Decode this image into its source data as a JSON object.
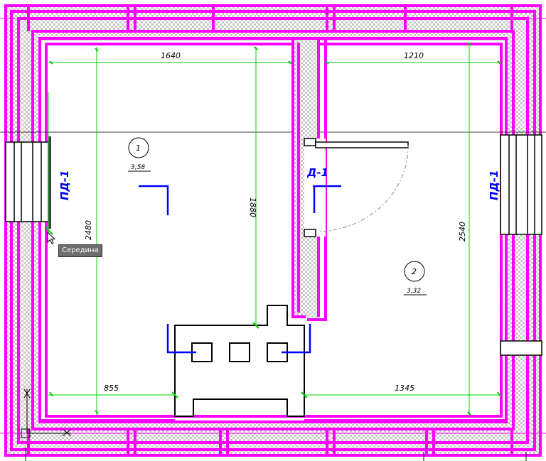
{
  "colors": {
    "wall": "#ff00ff",
    "dimension": "#00d000",
    "marker": "#0000ff",
    "hatch": "#bdbdbd",
    "line": "#000000",
    "tooltip_bg": "#6e6e6e"
  },
  "dimensions": {
    "top_left": "1640",
    "top_right": "1210",
    "middle_vertical": "1880",
    "left_vertical": "2480",
    "right_vertical": "2540",
    "bottom_left": "855",
    "bottom_right": "1345"
  },
  "rooms": [
    {
      "number": "1",
      "area": "3,58"
    },
    {
      "number": "2",
      "area": "3,32"
    }
  ],
  "markers": {
    "window_left": "ПД-1",
    "window_right": "ПД-1",
    "door": "Д-1"
  },
  "tooltip": {
    "text": "Середина"
  },
  "icons": {
    "cursor": "arrow-cursor-icon",
    "ucs": "ucs-axis-icon"
  }
}
